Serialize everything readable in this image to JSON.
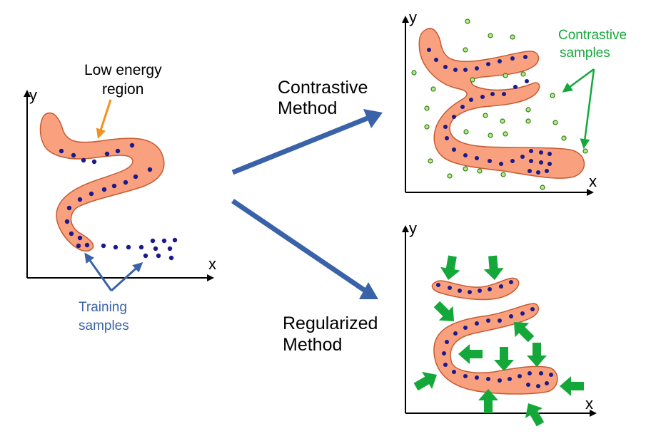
{
  "panels": {
    "original": {
      "y_axis": "y",
      "x_axis": "x",
      "low_energy_line1": "Low energy",
      "low_energy_line2": "region",
      "training_line1": "Training",
      "training_line2": "samples"
    },
    "contrastive": {
      "y_axis": "y",
      "x_axis": "x",
      "contrastive_line1": "Contrastive",
      "contrastive_line2": "samples"
    },
    "regularized": {
      "y_axis": "y",
      "x_axis": "x"
    }
  },
  "methods": {
    "contrastive_line1": "Contrastive",
    "contrastive_line2": "Method",
    "regularized_line1": "Regularized",
    "regularized_line2": "Method"
  },
  "colors": {
    "region_fill": "#f9a07e",
    "region_stroke": "#c85a32",
    "training_dot": "#1a1a8c",
    "contrastive_dot_fill": "#b8e986",
    "contrastive_dot_stroke": "#2e7d1a",
    "method_arrow": "#3a62a8",
    "orange_arrow": "#f0921e",
    "green": "#14a83a",
    "training_label": "#3a62a8"
  },
  "icons": {
    "arrow": "big-arrow-icon",
    "push": "green-push-arrow-icon"
  }
}
